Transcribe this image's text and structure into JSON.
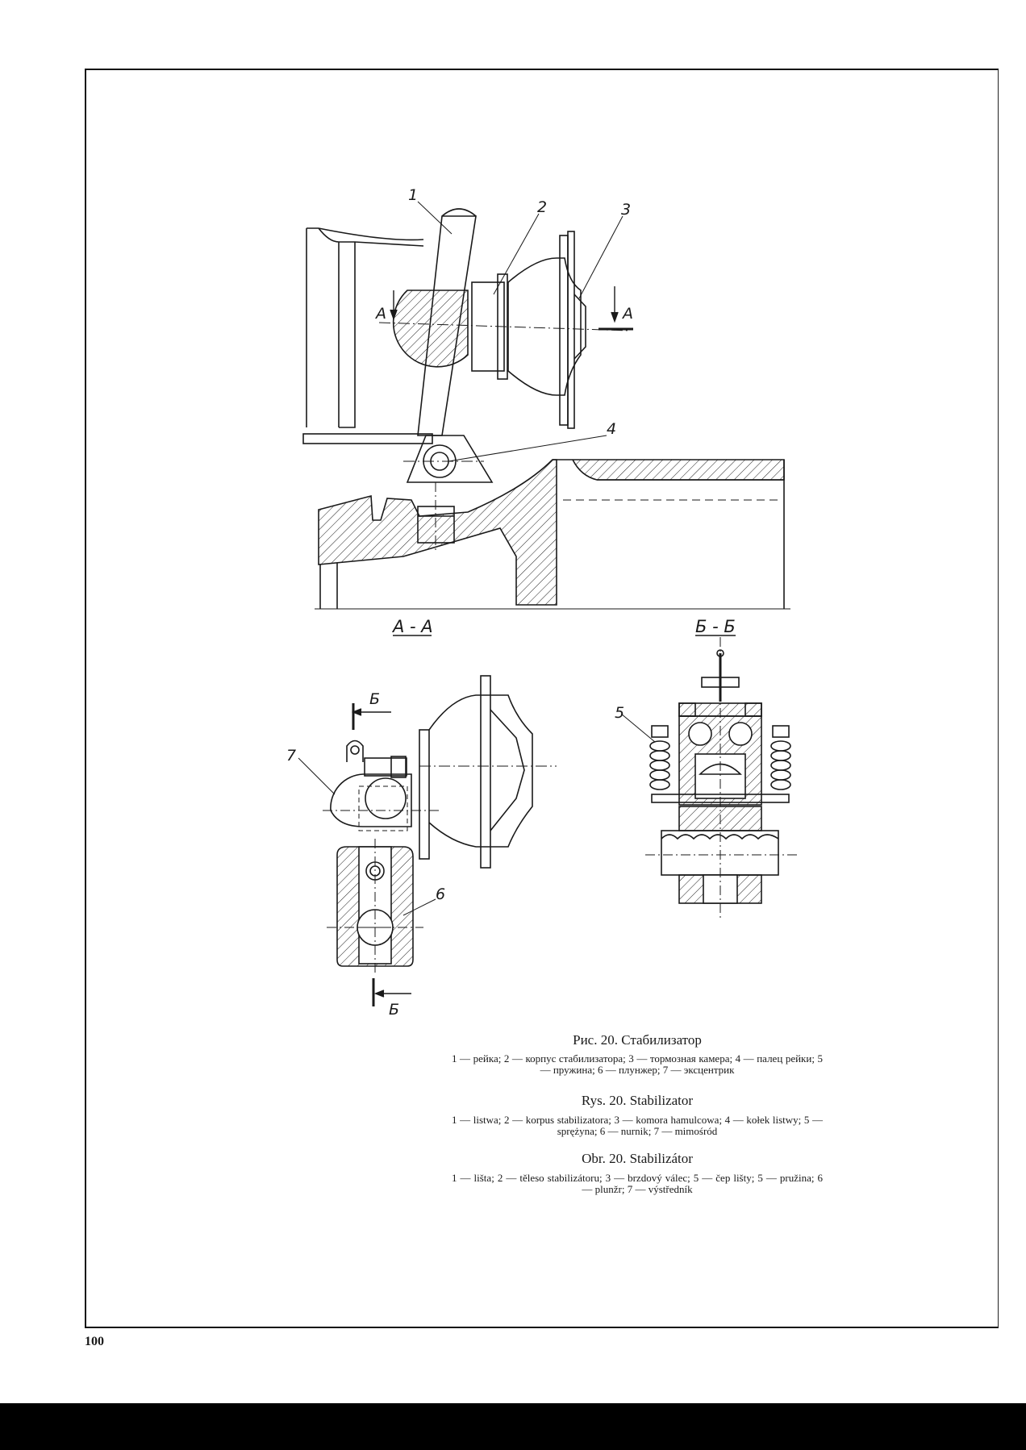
{
  "figure": {
    "main_view_labels": [
      "1",
      "2",
      "3",
      "4"
    ],
    "section_mark_a": "А",
    "section_a_title": "А - А",
    "section_b_title": "Б - Б",
    "section_mark_b": "Б",
    "section_a_labels": [
      "7",
      "6"
    ],
    "section_b_labels": [
      "5"
    ]
  },
  "captions": [
    {
      "title": "Рис. 20. Стабилизатор",
      "legend": "1 — рейка; 2 — корпус стабилизатора; 3 — тормозная камера; 4 — палец рейки; 5 — пружина; 6 — плунжер; 7 — эксцентрик"
    },
    {
      "title": "Rys. 20. Stabilizator",
      "legend": "1 — listwa; 2 — korpus stabilizatora; 3 — komora hamulcowa; 4 — kołek listwy; 5 — sprężyna; 6 — nurnik; 7 — mimośród"
    },
    {
      "title": "Obr. 20. Stabilizátor",
      "legend": "1 — lišta; 2 — těleso stabilizátoru; 3 — brzdový válec; 5 — čep lišty; 5 — pružina; 6 — plunžr; 7 — výstředník"
    }
  ],
  "page_number": "100"
}
